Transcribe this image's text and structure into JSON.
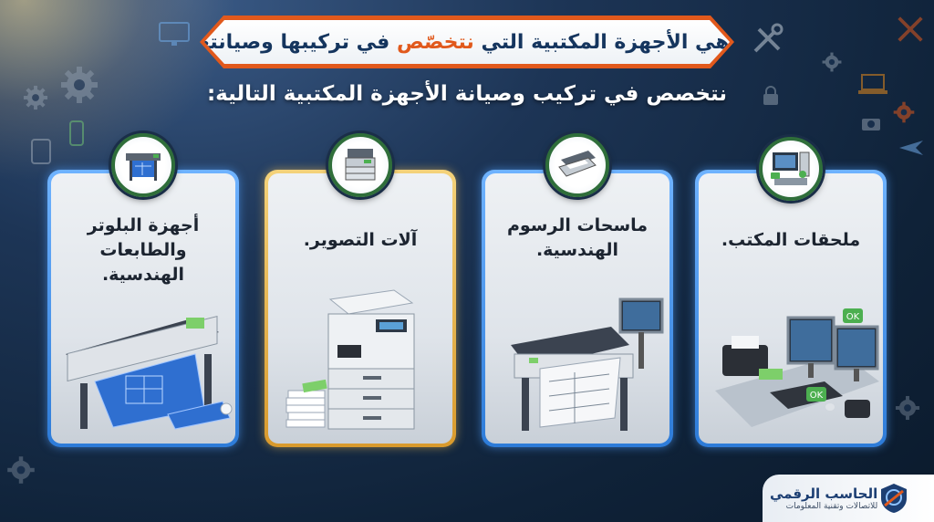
{
  "title": {
    "prefix": "ما هي الأجهزة المكتبية التي",
    "highlight": "نتخصّص",
    "suffix": "في تركيبها وصيانتها؟"
  },
  "subtitle": "نتخصص في تركيب وصيانة الأجهزة المكتبية التالية:",
  "cards": [
    {
      "label": "ملحقات المكتب.",
      "border": "blue",
      "badge_icon": "computer-icon",
      "illustration": "office-accessories"
    },
    {
      "label": "ماسحات الرسوم الهندسية.",
      "border": "blue",
      "badge_icon": "scanner-icon",
      "illustration": "engineering-scanner"
    },
    {
      "label": "آلات التصوير.",
      "border": "gold",
      "badge_icon": "copier-icon",
      "illustration": "photocopier"
    },
    {
      "label": "أجهزة البلوتر والطابعات الهندسية.",
      "border": "blue",
      "badge_icon": "plotter-icon",
      "illustration": "plotter"
    }
  ],
  "logo": {
    "name": "الحاسب الرقمي",
    "tagline": "للاتصالات وتقنية المعلومات"
  },
  "colors": {
    "accent": "#e1591c",
    "navy": "#15355e",
    "badge_ring": "#2f6e3a",
    "card_blue": "#2d7bd8",
    "card_gold": "#d99a2c"
  },
  "ok_badge": "OK"
}
